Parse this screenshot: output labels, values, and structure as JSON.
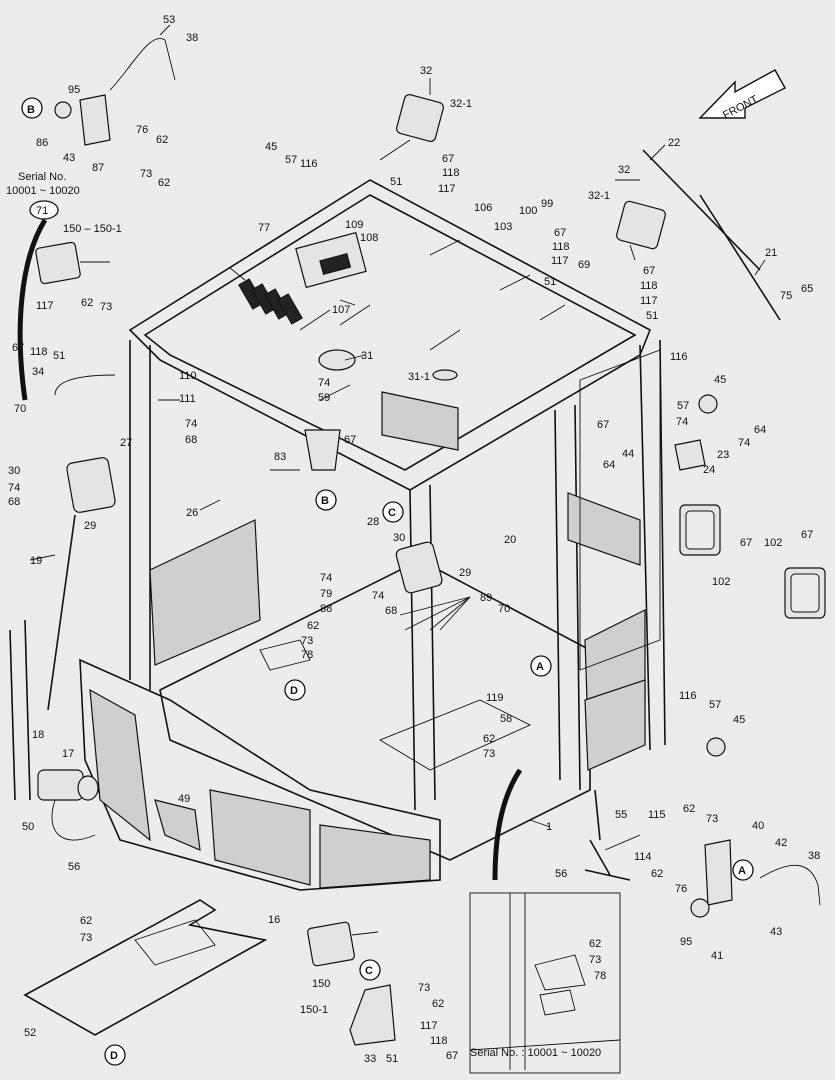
{
  "labels": {
    "front": "FRONT",
    "l53": "53",
    "l38a": "38",
    "l95a": "95",
    "l86": "86",
    "l43a": "43",
    "l87": "87",
    "l76a": "76",
    "l62a": "62",
    "l73a": "73",
    "l62b": "62",
    "serial_top": "Serial No.",
    "serial_range": "10001 ~ 10020",
    "l150a": "150 – 150-1",
    "l117a": "117",
    "l62c": "62",
    "l73b": "73",
    "l67a": "67",
    "l118a": "118",
    "l51a": "51",
    "l34": "34",
    "l70a": "70",
    "l32a": "32",
    "l32_1a": "32-1",
    "l45a": "45",
    "l57a": "57",
    "l116a": "116",
    "l67b": "67",
    "l118b": "118",
    "l51b": "51",
    "l117b": "117",
    "l106": "106",
    "l32b": "32",
    "l32_1b": "32-1",
    "l22": "22",
    "l99": "99",
    "l100": "100",
    "l103": "103",
    "l67c": "67",
    "l118c": "118",
    "l117c": "117",
    "l51c": "51",
    "l77": "77",
    "l109": "109",
    "l108": "108",
    "l107": "107",
    "l69": "69",
    "l67d": "67",
    "l118d": "118",
    "l117d": "117",
    "l51d": "51",
    "l21": "21",
    "l75": "75",
    "l65": "65",
    "l31": "31",
    "l31_1": "31-1",
    "l74a": "74",
    "l59": "59",
    "l110": "110",
    "l111": "111",
    "l74b": "74",
    "l68a": "68",
    "l27": "27",
    "l67e": "67",
    "l83": "83",
    "l30a": "30",
    "l74c": "74",
    "l68b": "68",
    "l29a": "29",
    "l26": "26",
    "l28": "28",
    "l30b": "30",
    "l20": "20",
    "l19": "19",
    "l29b": "29",
    "l74d": "74",
    "l79": "79",
    "l74e": "74",
    "l88": "88",
    "l68c": "68",
    "l89": "89",
    "l70b": "70",
    "l62d": "62",
    "l73c": "73",
    "l78": "78",
    "l18": "18",
    "l17": "17",
    "l49": "49",
    "l50": "50",
    "l56a": "56",
    "l119": "119",
    "l58": "58",
    "l62e": "62",
    "l73d": "73",
    "l67f": "67",
    "l116b": "116",
    "l45b": "45",
    "l57b": "57",
    "l74f": "74",
    "l64a": "64",
    "l74g": "74",
    "l44": "44",
    "l23": "23",
    "l64b": "64",
    "l24": "24",
    "l67g": "67",
    "l102a": "102",
    "l67h": "67",
    "l102b": "102",
    "l116c": "116",
    "l57c": "57",
    "l45c": "45",
    "l1": "1",
    "l55": "55",
    "l115": "115",
    "l62f": "62",
    "l73e": "73",
    "l40": "40",
    "l42": "42",
    "l38b": "38",
    "l114": "114",
    "l56b": "56",
    "l62g": "62",
    "l76b": "76",
    "l16": "16",
    "l62h": "62",
    "l73f": "73",
    "l95b": "95",
    "l43b": "43",
    "l41": "41",
    "l62i": "62",
    "l73g": "73",
    "l78b": "78",
    "l150b": "150",
    "l73h": "73",
    "l62j": "62",
    "l150_1": "150-1",
    "l117e": "117",
    "l52": "52",
    "l118e": "118",
    "l33": "33",
    "l51e": "51",
    "l67i": "67",
    "serial_bottom": "Serial No. : 10001 ~ 10020"
  },
  "circles": {
    "b1": "B",
    "c71": "71",
    "b2": "B",
    "c1": "C",
    "d1": "D",
    "a1": "A",
    "a2": "A",
    "c2": "C",
    "d2": "D"
  }
}
